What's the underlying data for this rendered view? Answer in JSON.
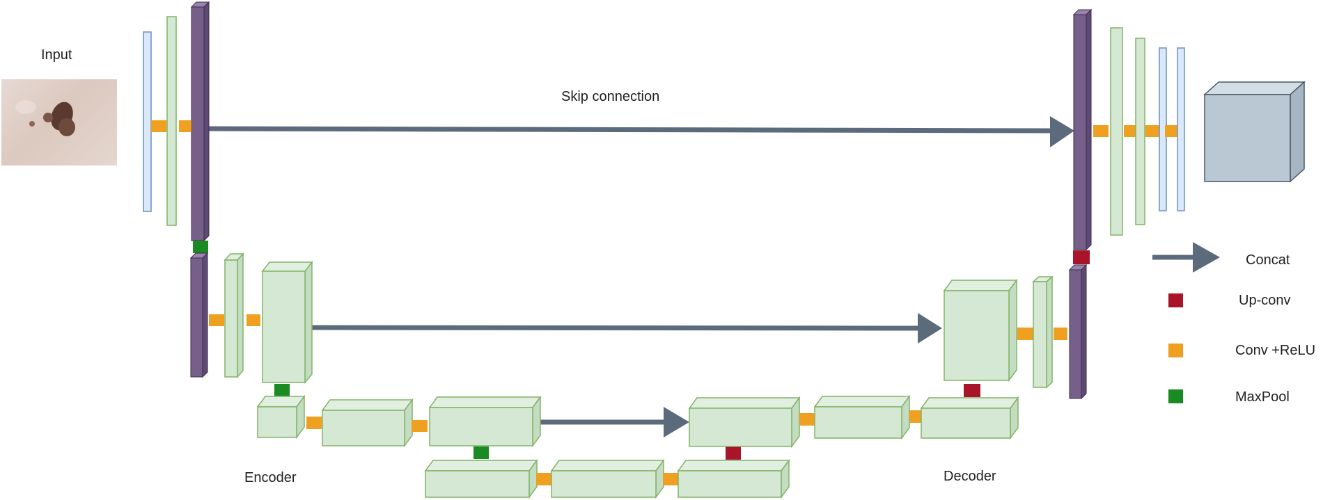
{
  "labels": {
    "input": "Input",
    "skip_connection": "Skip connection",
    "encoder": "Encoder",
    "decoder": "Decoder"
  },
  "legend": [
    {
      "label": "Concat",
      "kind": "arrow",
      "color": "#5c6b7c"
    },
    {
      "label": "Up-conv",
      "kind": "square",
      "color": "#a8152a"
    },
    {
      "label": "Conv +ReLU",
      "kind": "square",
      "color": "#f0a020"
    },
    {
      "label": "MaxPool",
      "kind": "square",
      "color": "#1a8a22"
    }
  ],
  "colors": {
    "block_fill": "#d5e8d4",
    "block_stroke": "#82b366",
    "purple_layer": "#76608a",
    "input_layer": "#dae8fc",
    "input_layer_stroke": "#6c8ebf",
    "output_block": "#bac8d3",
    "arrow": "#5c6b7c"
  }
}
